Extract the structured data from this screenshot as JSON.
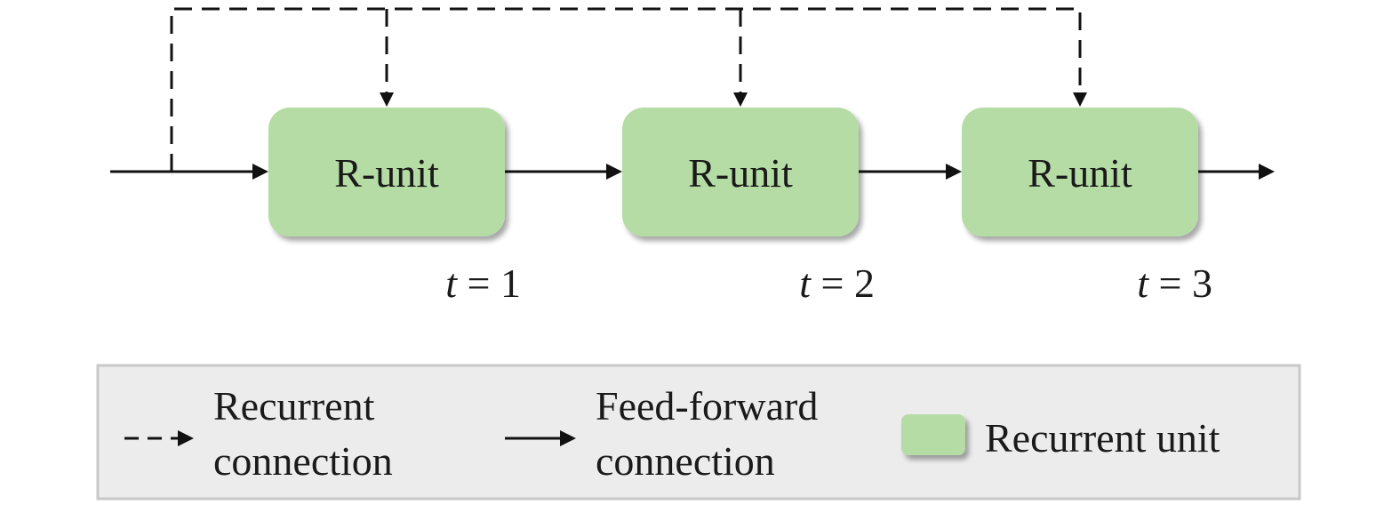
{
  "diagram": {
    "units": [
      {
        "label": "R-unit",
        "time_var": "t",
        "time_eq": " = 1"
      },
      {
        "label": "R-unit",
        "time_var": "t",
        "time_eq": " = 2"
      },
      {
        "label": "R-unit",
        "time_var": "t",
        "time_eq": " = 3"
      }
    ],
    "colors": {
      "unit_fill": "#b5dca4",
      "line": "#111111",
      "legend_bg": "#ececec",
      "legend_border": "#c8c8c8"
    }
  },
  "legend": {
    "recurrent_line1": "Recurrent",
    "recurrent_line2": "connection",
    "feedforward_line1": "Feed-forward",
    "feedforward_line2": "connection",
    "unit_label": "Recurrent unit"
  }
}
